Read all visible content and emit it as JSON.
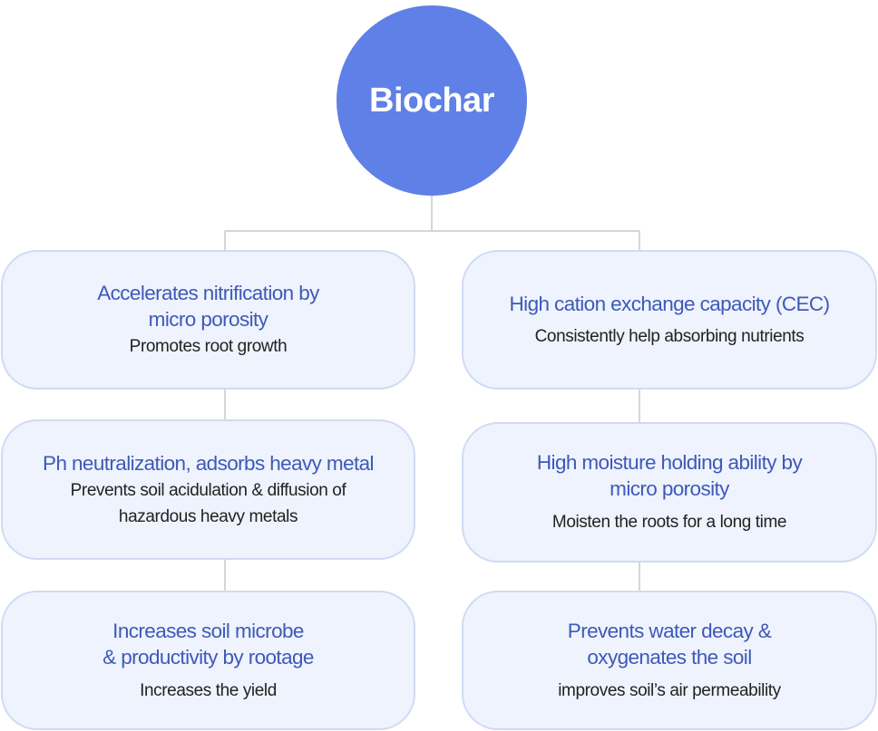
{
  "hub": {
    "label": "Biochar"
  },
  "left": [
    {
      "title_lines": [
        "Accelerates nitrification by",
        "micro porosity"
      ],
      "sub_lines": [
        "Promotes root growth"
      ]
    },
    {
      "title_lines": [
        "Ph neutralization, adsorbs heavy metal"
      ],
      "sub_lines": [
        "Prevents soil acidulation & diffusion of",
        "hazardous heavy metals"
      ]
    },
    {
      "title_lines": [
        "Increases soil microbe",
        "& productivity by rootage"
      ],
      "sub_lines": [
        "Increases the yield"
      ]
    }
  ],
  "right": [
    {
      "title_lines": [
        "High cation exchange capacity (CEC)"
      ],
      "sub_lines": [
        "Consistently help absorbing nutrients"
      ]
    },
    {
      "title_lines": [
        "High moisture holding ability by",
        "micro porosity"
      ],
      "sub_lines": [
        "Moisten the roots for a long time"
      ]
    },
    {
      "title_lines": [
        "Prevents water decay &",
        "oxygenates the soil"
      ],
      "sub_lines": [
        "improves soil’s air permeability"
      ]
    }
  ],
  "colors": {
    "hub_fill": "#5f80e6",
    "card_fill": "#eef3fd",
    "card_border": "#cfdbf3",
    "title_text": "#3f59b8",
    "body_text": "#222222",
    "connector": "#c8c8c8"
  }
}
